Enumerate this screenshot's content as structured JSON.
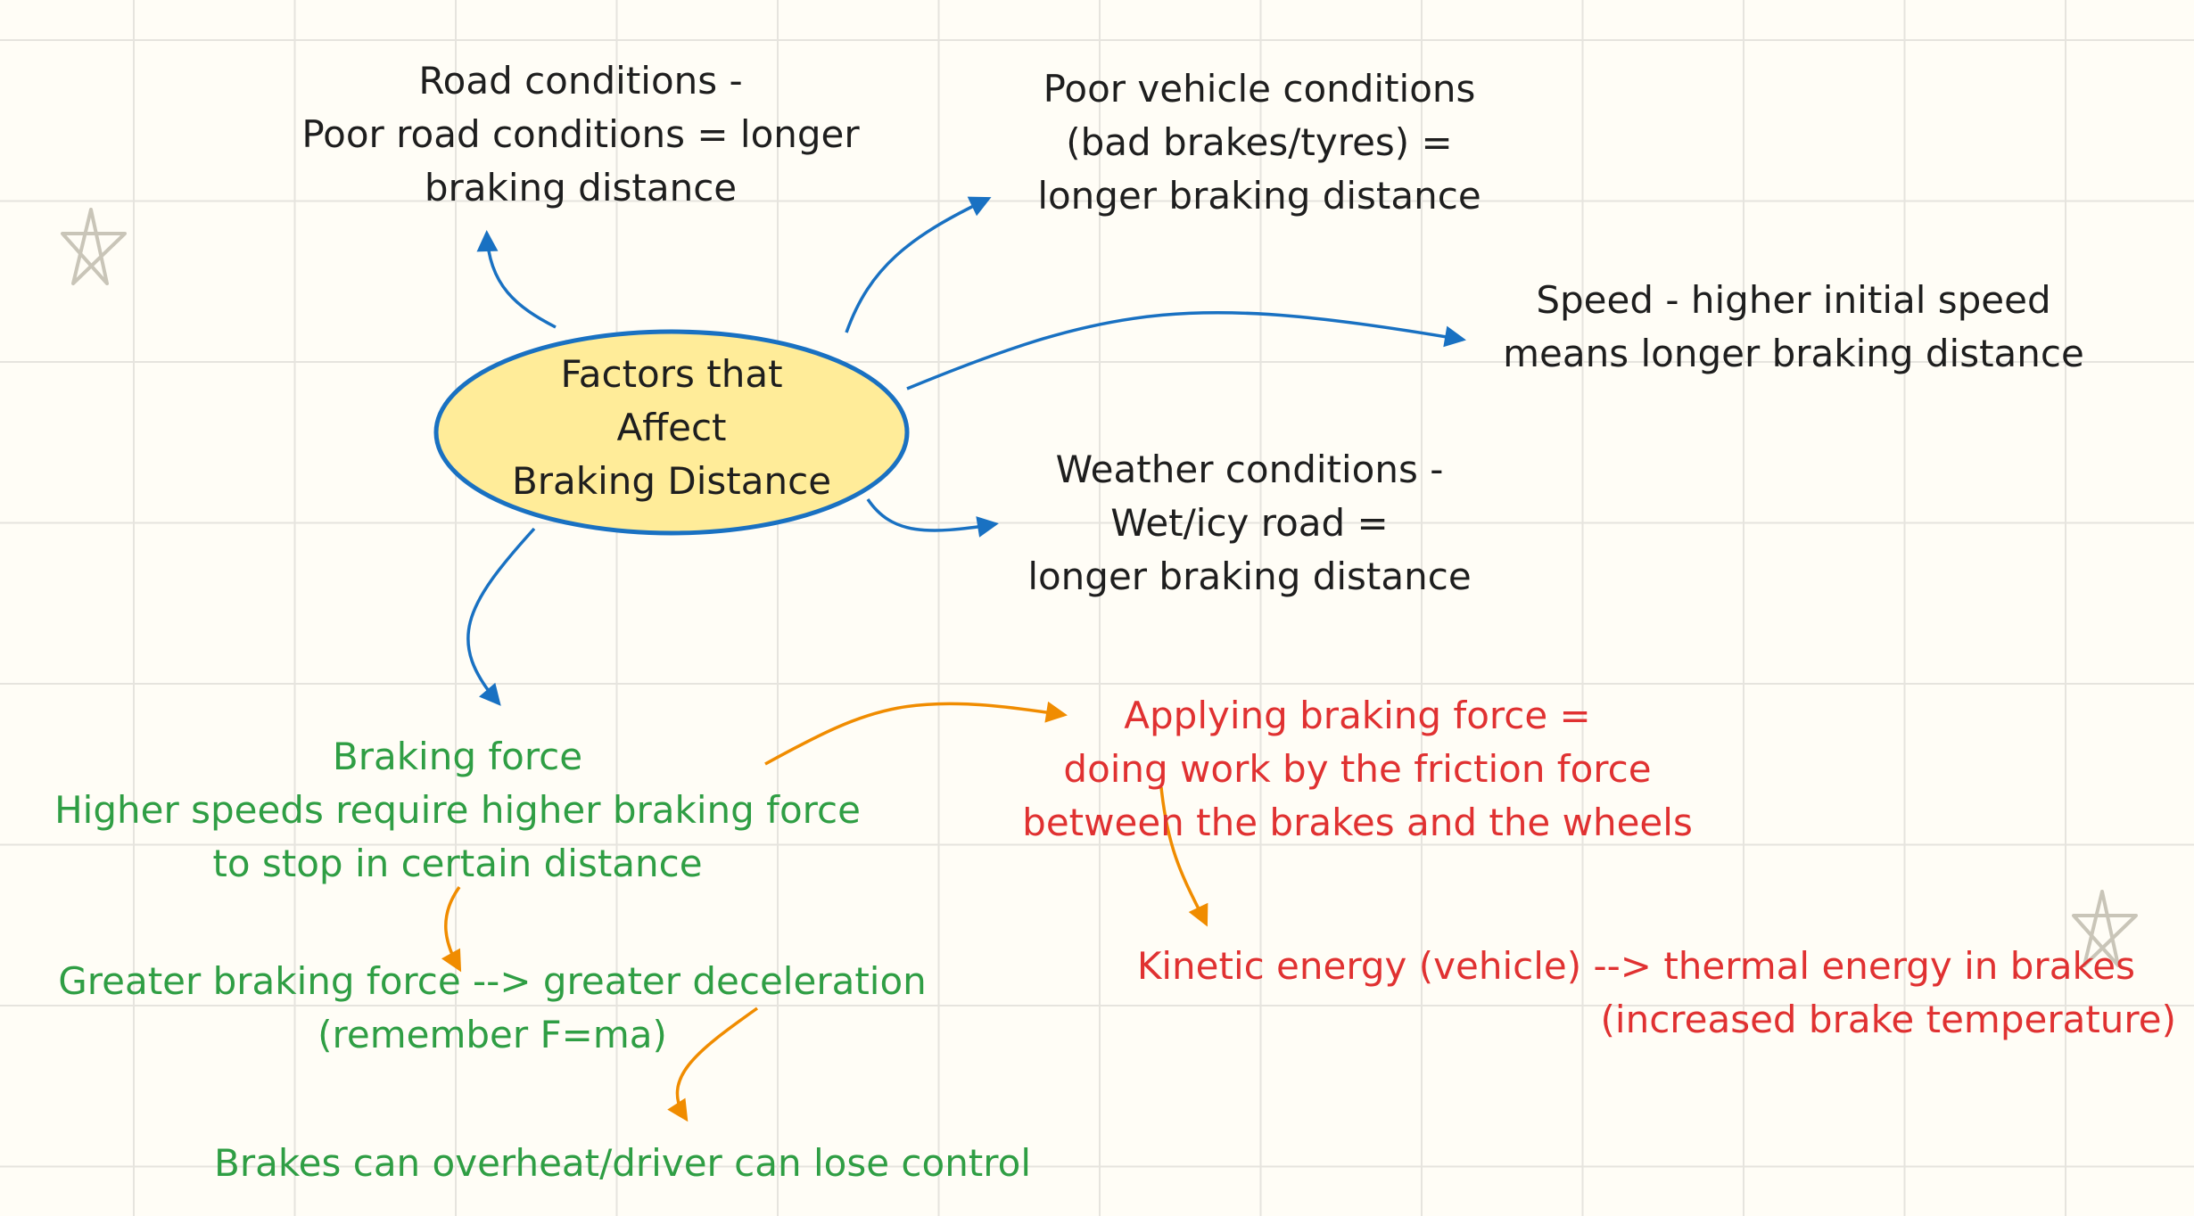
{
  "colors": {
    "text": "#1e1e1e",
    "blue": "#1971c2",
    "green": "#2f9e44",
    "red": "#e03131",
    "orange": "#f08c00",
    "ellipse_fill": "#ffec99",
    "background": "#fffdf6",
    "grid": "#e6e4de"
  },
  "center": {
    "lines": [
      "Factors that",
      "Affect",
      "Braking Distance"
    ]
  },
  "road": {
    "lines": [
      "Road conditions -",
      "Poor road conditions = longer",
      "braking distance"
    ]
  },
  "vehicle": {
    "lines": [
      "Poor vehicle conditions",
      "(bad brakes/tyres) =",
      "longer braking distance"
    ]
  },
  "speed": {
    "lines": [
      "Speed - higher initial speed",
      "means longer braking distance"
    ]
  },
  "weather": {
    "lines": [
      "Weather conditions -",
      "Wet/icy road =",
      "longer braking distance"
    ]
  },
  "braking_force": {
    "lines": [
      "Braking force",
      "Higher speeds require higher braking force",
      "to stop in certain distance"
    ]
  },
  "applying": {
    "lines": [
      "Applying braking force =",
      "doing work by the friction force",
      "between the brakes and the wheels"
    ]
  },
  "greater": {
    "lines": [
      "Greater braking force --> greater deceleration",
      "(remember F=ma)"
    ]
  },
  "kinetic": {
    "lines": [
      "Kinetic energy (vehicle) --> thermal energy in brakes",
      "(increased brake temperature)"
    ]
  },
  "overheat": {
    "lines": [
      "Brakes can overheat/driver can lose control"
    ]
  },
  "decorations": [
    "star-icon",
    "star-icon"
  ]
}
